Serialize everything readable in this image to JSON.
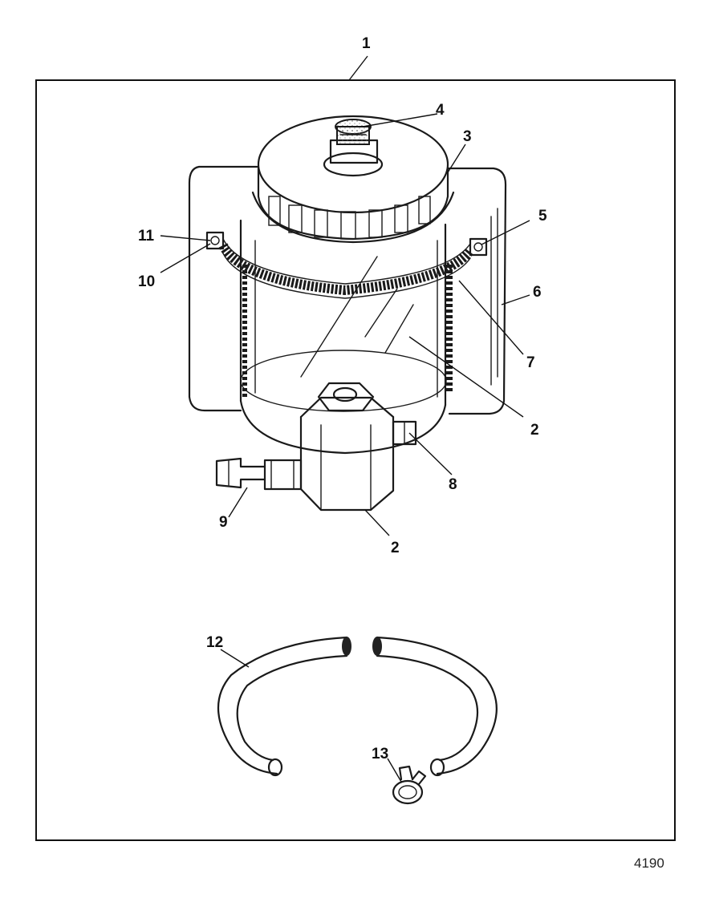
{
  "figure": {
    "figure_number": "4190",
    "callouts": {
      "c1": "1",
      "c2a": "2",
      "c2b": "2",
      "c3": "3",
      "c4": "4",
      "c5": "5",
      "c6": "6",
      "c7": "7",
      "c8": "8",
      "c9": "9",
      "c10": "10",
      "c11": "11",
      "c12": "12",
      "c13": "13"
    }
  }
}
